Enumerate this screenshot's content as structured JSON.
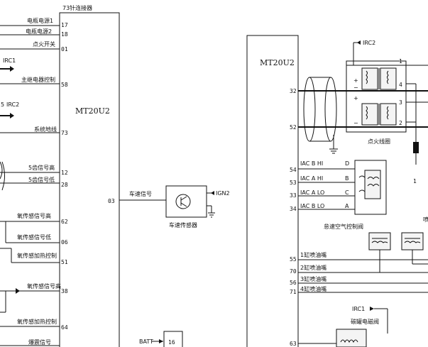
{
  "left_ecu": {
    "connector_label": "73针连接器",
    "model": "MT20U2",
    "pins": [
      {
        "label": "电瓶电源1",
        "pin": "17"
      },
      {
        "label": "电瓶电源2",
        "pin": "18"
      },
      {
        "label": "点火开关",
        "pin": "01"
      },
      {
        "label": "主继电器控制",
        "pin": "58"
      },
      {
        "label": "系统地线",
        "pin": "73"
      },
      {
        "label": "5齿信号高",
        "pin": "12"
      },
      {
        "label": "5齿信号低",
        "pin": "28"
      },
      {
        "label": "氧传感信号高",
        "pin": "62"
      },
      {
        "label": "氧传感信号低",
        "pin": "06"
      },
      {
        "label": "氧传感加热控制",
        "pin": "51"
      },
      {
        "label": "氧传感信号高",
        "pin": "38"
      },
      {
        "label": "氧传感加热控制",
        "pin": "64"
      },
      {
        "label": "爆震信号",
        "pin": ""
      }
    ],
    "irc1": "IRC1",
    "irc2": "IRC2",
    "irc2_prefix": "5",
    "speed_signal_pin": "03",
    "speed_signal_label": "车速信号"
  },
  "speed_sensor": {
    "ign_label": "IGN2",
    "name": "车速传感器"
  },
  "bottom_left": {
    "batt_label": "BATT",
    "pin": "16"
  },
  "right_ecu": {
    "model": "MT20U2",
    "coil_pins": [
      "32",
      "52"
    ],
    "irc2": "IRC2",
    "coil_terminals": [
      "1",
      "4",
      "3",
      "2"
    ],
    "coil_name": "点火线圈",
    "spark_label": "1",
    "iac_pins": [
      {
        "pin": "54",
        "label": "IAC B HI",
        "letter": "D"
      },
      {
        "pin": "53",
        "label": "IAC A HI",
        "letter": "B"
      },
      {
        "pin": "33",
        "label": "IAC A LO",
        "letter": "C"
      },
      {
        "pin": "34",
        "label": "IAC B LO",
        "letter": "A"
      }
    ],
    "iac_name": "怠速空气控制阀",
    "injectors": [
      {
        "pin": "55",
        "label": "1缸喷油嘴"
      },
      {
        "pin": "70",
        "label": "2缸喷油嘴"
      },
      {
        "pin": "56",
        "label": "3缸喷油嘴"
      },
      {
        "pin": "71",
        "label": "4缸喷油嘴"
      }
    ],
    "right_cut_label": "喷",
    "irc1": "IRC1",
    "canister_name": "碳罐电磁阀",
    "bottom_pin": "63"
  }
}
